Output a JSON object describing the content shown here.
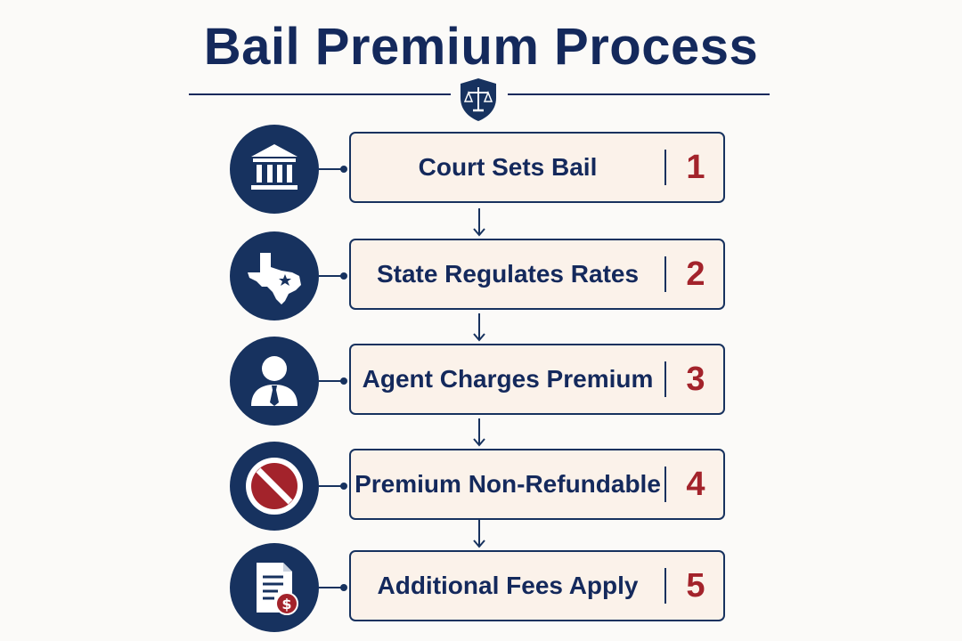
{
  "title": "Bail Premium Process",
  "colors": {
    "navy": "#14295c",
    "accent_red": "#a3232b",
    "card_fill": "#fbf2ea",
    "background": "#fbfaf8"
  },
  "header_icon": "scales-of-justice-shield-icon",
  "steps": [
    {
      "number": "1",
      "label": "Court Sets Bail",
      "icon": "courthouse-icon"
    },
    {
      "number": "2",
      "label": "State Regulates Rates",
      "icon": "texas-map-icon"
    },
    {
      "number": "3",
      "label": "Agent Charges Premium",
      "icon": "agent-person-icon"
    },
    {
      "number": "4",
      "label": "Premium Non-Refundable",
      "icon": "prohibited-icon"
    },
    {
      "number": "5",
      "label": "Additional Fees Apply",
      "icon": "fee-document-icon"
    }
  ]
}
